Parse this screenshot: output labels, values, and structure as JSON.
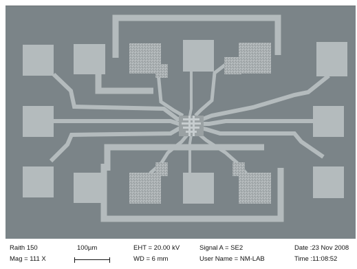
{
  "info_bar": {
    "instrument": "Raith 150",
    "magnification": "Mag =   111 X",
    "scale_label": "100µm",
    "eht": "EHT = 20.00 kV",
    "wd": "WD =    6 mm",
    "signal": "Signal A = SE2",
    "user": "User Name = NM-LAB",
    "date": "Date :23 Nov 2008",
    "time": "Time :11:08:52"
  },
  "colors": {
    "substrate": "#7b8488",
    "metal": "#b4bbbd",
    "rough_pad": "#a9afb1"
  }
}
